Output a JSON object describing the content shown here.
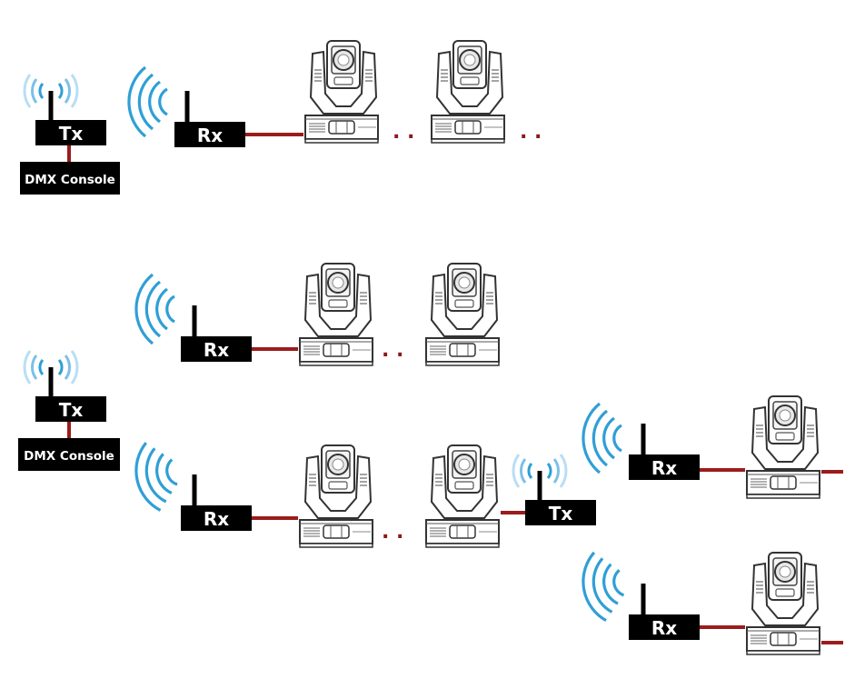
{
  "labels": {
    "tx": "Tx",
    "rx": "Rx",
    "console": "DMX Console",
    "ellipsis": ". ."
  },
  "colors": {
    "box": "#000000",
    "cable": "#9b1c1c",
    "wave_strong": "#2f9fd6",
    "wave_soft": "#a8d6f2",
    "fixture_stroke": "#333333",
    "fixture_fill": "#ffffff",
    "dots": "#8b1a1a"
  },
  "icons": {
    "wave": "radio-waves-icon",
    "antenna": "antenna-icon",
    "fixture": "moving-head-light-icon"
  }
}
